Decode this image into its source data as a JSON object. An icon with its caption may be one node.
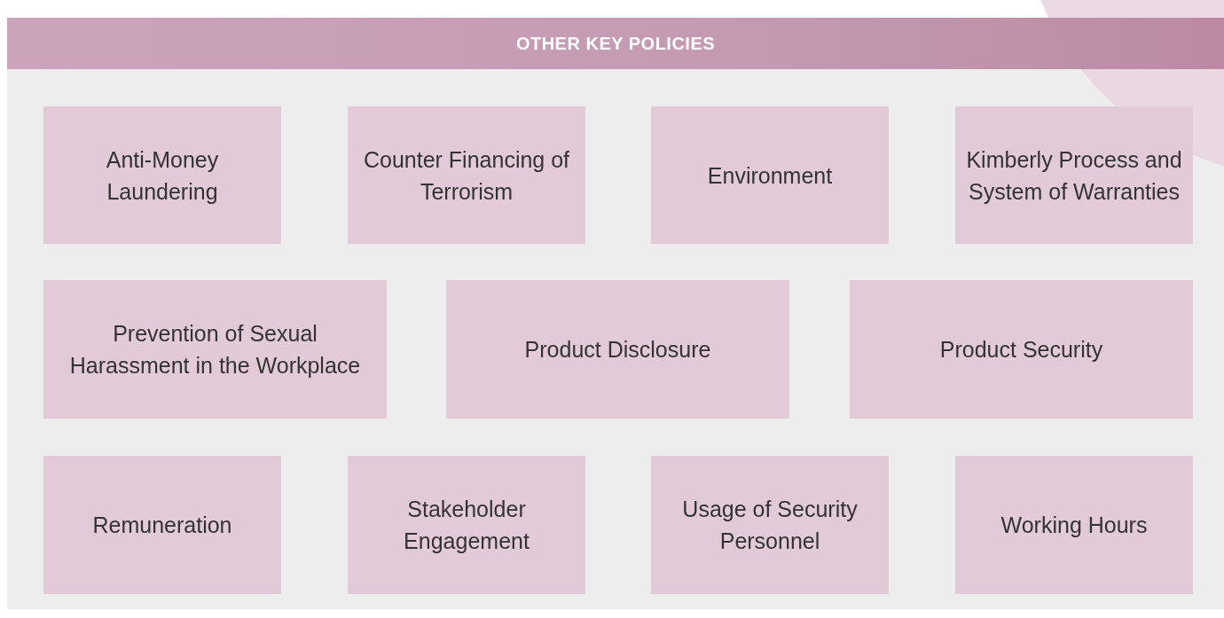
{
  "diagram": {
    "title": "OTHER KEY POLICIES",
    "nodes": [
      {
        "text": [
          "Anti-Money Laundering"
        ]
      },
      {
        "text": [
          "Counter Financing of Terrorism"
        ]
      },
      {
        "text": [
          "Environment"
        ]
      },
      {
        "text": [
          "Kimberly Process and System of Warranties"
        ]
      },
      {
        "text": [
          "Prevention of Sexual Harassment in the Workplace"
        ]
      },
      {
        "text": [
          "Product Disclosure"
        ]
      },
      {
        "text": [
          "Product Security"
        ]
      },
      {
        "text": [
          "Remuneration"
        ]
      },
      {
        "text": [
          "Stakeholder Engagement"
        ]
      },
      {
        "text": [
          "Usage of Security Personnel"
        ]
      },
      {
        "text": [
          "Working Hours"
        ]
      }
    ]
  }
}
